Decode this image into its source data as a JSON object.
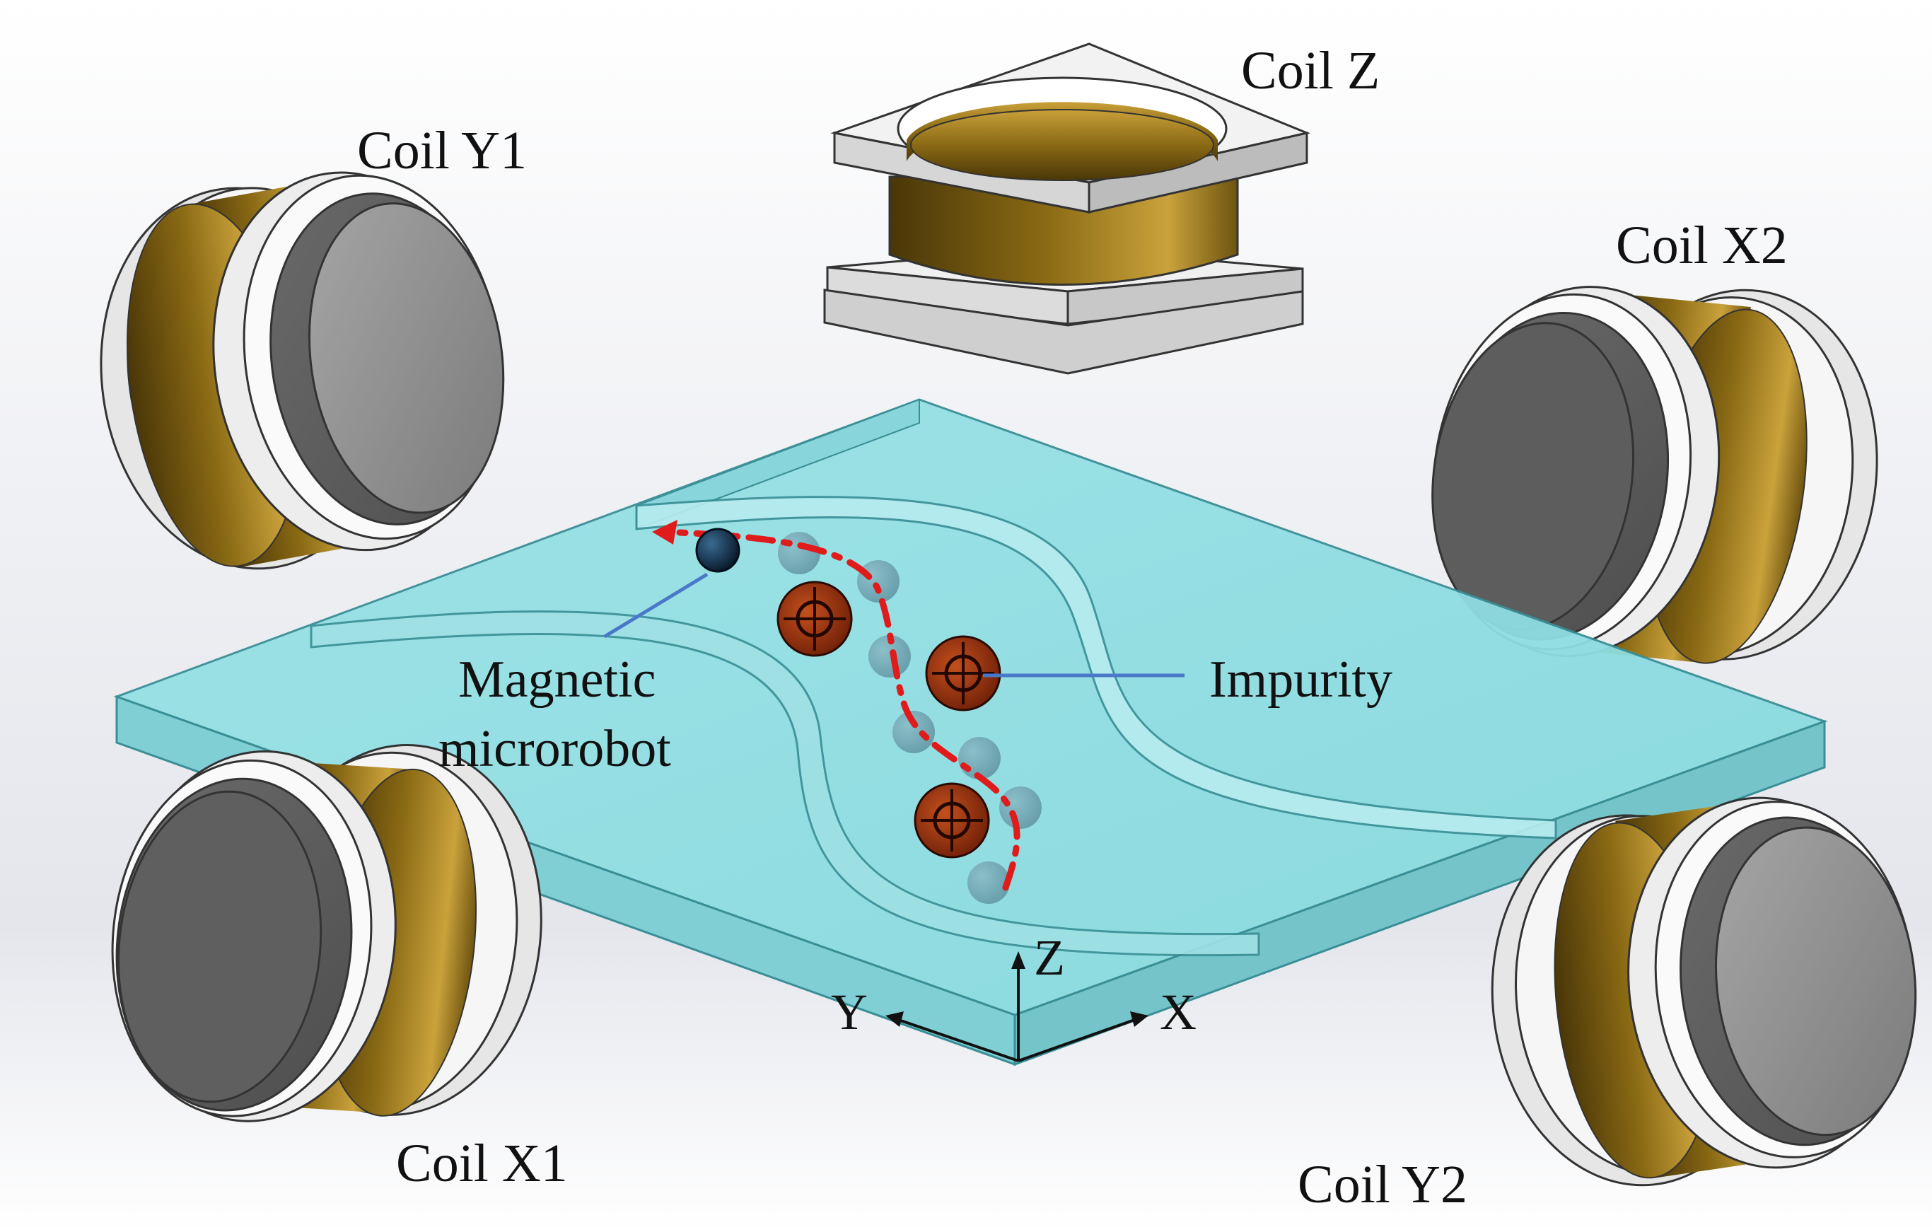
{
  "labels": {
    "coil_z": "Coil Z",
    "coil_y1": "Coil Y1",
    "coil_x2": "Coil X2",
    "coil_x1": "Coil X1",
    "coil_y2": "Coil Y2",
    "impurity": "Impurity",
    "robot_line1": "Magnetic",
    "robot_line2": "microrobot",
    "axis_x": "X",
    "axis_y": "Y",
    "axis_z": "Z"
  },
  "colors": {
    "coil_copper": "#a8801e",
    "coil_plate": "#ececec",
    "coil_core": "#8e8e8e",
    "substrate": "#8fdde2",
    "path": "#e01b1b",
    "leader": "#4a78c8",
    "robot": "#0e2a44",
    "impurity": "#8a2a0c"
  }
}
